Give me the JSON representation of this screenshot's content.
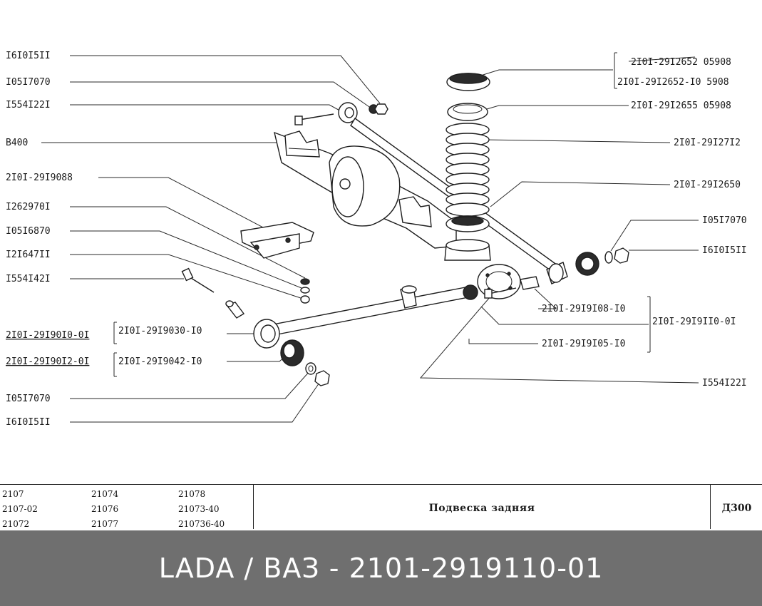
{
  "labels": {
    "l_161015_top": "I6I0I5II",
    "l_1051_top": "I05I7070",
    "l_15541221_top": "I554I22I",
    "l_b400": "B400",
    "l_9088": "2I0I-29I9088",
    "l_1262970": "I262970I",
    "l_1051687": "I05I6870",
    "l_1216471": "I2I647II",
    "l_1554142": "I554I42I",
    "l_910_01": "2I0I-29I90I0-0I",
    "l_9030": "2I0I-29I9030-I0",
    "l_912_01": "2I0I-29I90I2-0I",
    "l_9042": "2I0I-29I9042-I0",
    "l_1051_bot": "I05I7070",
    "l_161015_bot": "I6I0I5II",
    "r_2652_a": "2I0I-29I2652 05908",
    "r_2652_b": "2I0I-29I2652-I0 5908",
    "r_2655": "2I0I-29I2655 05908",
    "r_2712": "2I0I-29I27I2",
    "r_2650": "2I0I-29I2650",
    "r_1051": "I05I7070",
    "r_161015": "I6I0I5II",
    "r_9108": "2I0I-29I9I08-I0",
    "r_9110": "2I0I-29I9II0-0I",
    "r_9105": "2I0I-29I9I05-I0",
    "r_1554122": "I554I22I"
  },
  "models": {
    "col1": [
      "2107",
      "2107-02",
      "21072"
    ],
    "col2": [
      "21074",
      "21076",
      "21077"
    ],
    "col3": [
      "21078",
      "21073-40",
      "210736-40"
    ]
  },
  "title": "Подвеска задняя",
  "code": "Д300",
  "banner": "LADA / ВАЗ - 2101-2919110-01",
  "colors": {
    "background": "#ffffff",
    "ink": "#1a1a1a",
    "banner": "#6f6f6f",
    "banner_text": "#ffffff"
  }
}
